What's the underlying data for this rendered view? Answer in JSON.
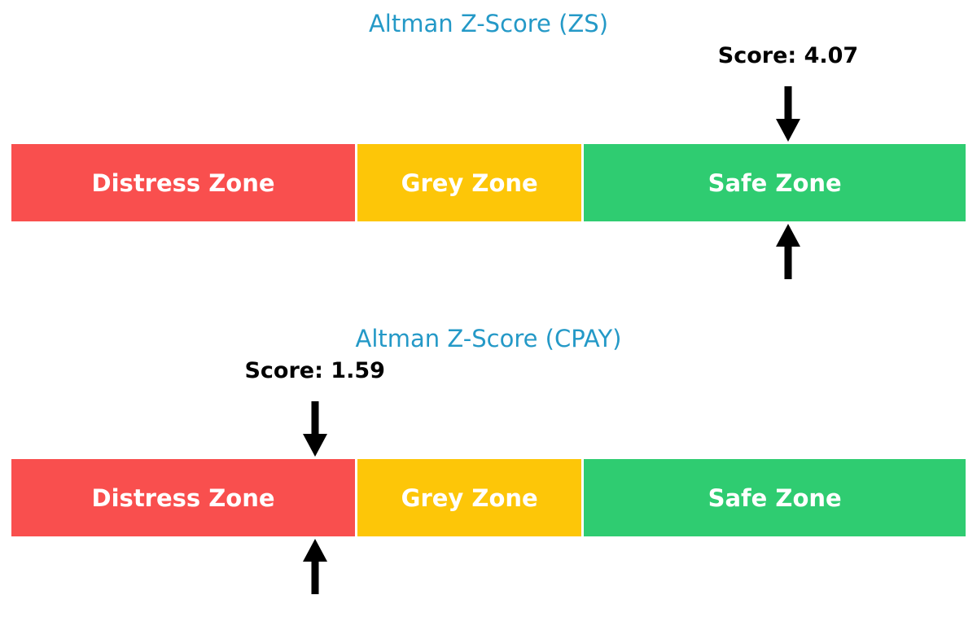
{
  "background": "#ffffff",
  "colors": {
    "title": "#2499C7",
    "score_text": "#000000",
    "arrow": "#000000",
    "zone_label": "#ffffff",
    "distress": "#F94F4E",
    "grey": "#FDC608",
    "safe": "#2FCC71"
  },
  "chart_data": [
    {
      "type": "linear-zone-gauge",
      "title": "Altman Z-Score (ZS)",
      "score": 4.07,
      "score_label": "Score: 4.07",
      "scale_min": 0,
      "scale_max": 5,
      "zones": [
        {
          "label": "Distress Zone",
          "from": 0,
          "to": 1.81,
          "color": "#F94F4E"
        },
        {
          "label": "Grey Zone",
          "from": 1.81,
          "to": 2.99,
          "color": "#FDC608"
        },
        {
          "label": "Safe Zone",
          "from": 2.99,
          "to": 5,
          "color": "#2FCC71"
        }
      ],
      "markers": [
        "down-arrow-above-score",
        "up-arrow-below-score"
      ]
    },
    {
      "type": "linear-zone-gauge",
      "title": "Altman Z-Score (CPAY)",
      "score": 1.59,
      "score_label": "Score: 1.59",
      "scale_min": 0,
      "scale_max": 5,
      "zones": [
        {
          "label": "Distress Zone",
          "from": 0,
          "to": 1.81,
          "color": "#F94F4E"
        },
        {
          "label": "Grey Zone",
          "from": 1.81,
          "to": 2.99,
          "color": "#FDC608"
        },
        {
          "label": "Safe Zone",
          "from": 2.99,
          "to": 5,
          "color": "#2FCC71"
        }
      ],
      "markers": [
        "down-arrow-above-score",
        "up-arrow-below-score"
      ]
    }
  ]
}
